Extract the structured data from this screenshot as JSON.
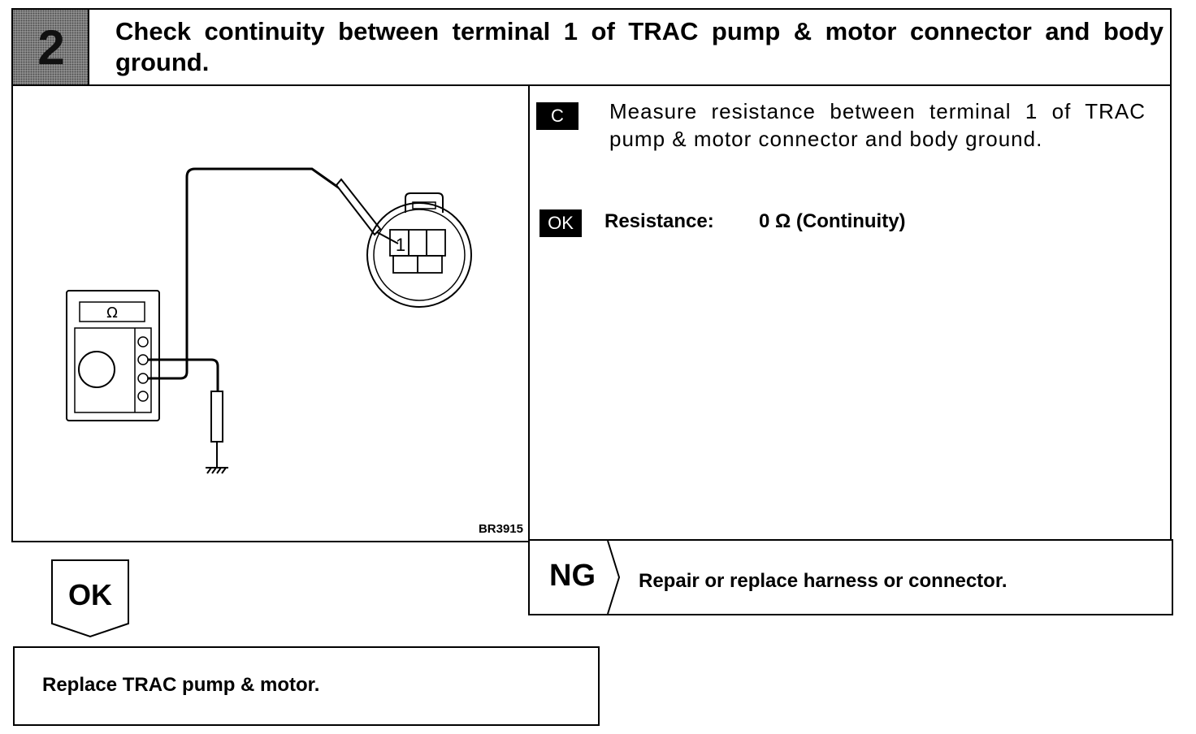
{
  "header": {
    "step_number": "2",
    "title": "Check continuity between terminal 1 of TRAC pump & motor connector and body ground."
  },
  "diagram": {
    "meter_symbol": "Ω",
    "terminal_label": "1",
    "figure_code": "BR3915"
  },
  "instructions": {
    "c_tag": "C",
    "measure_text": "Measure resistance between terminal 1 of TRAC pump & motor connector and body ground.",
    "ok_tag": "OK",
    "resistance_label": "Resistance:",
    "resistance_value": "0 Ω (Continuity)"
  },
  "ng": {
    "label": "NG",
    "text": "Repair or replace harness or connector."
  },
  "ok": {
    "label": "OK",
    "result_text": "Replace TRAC pump & motor."
  }
}
